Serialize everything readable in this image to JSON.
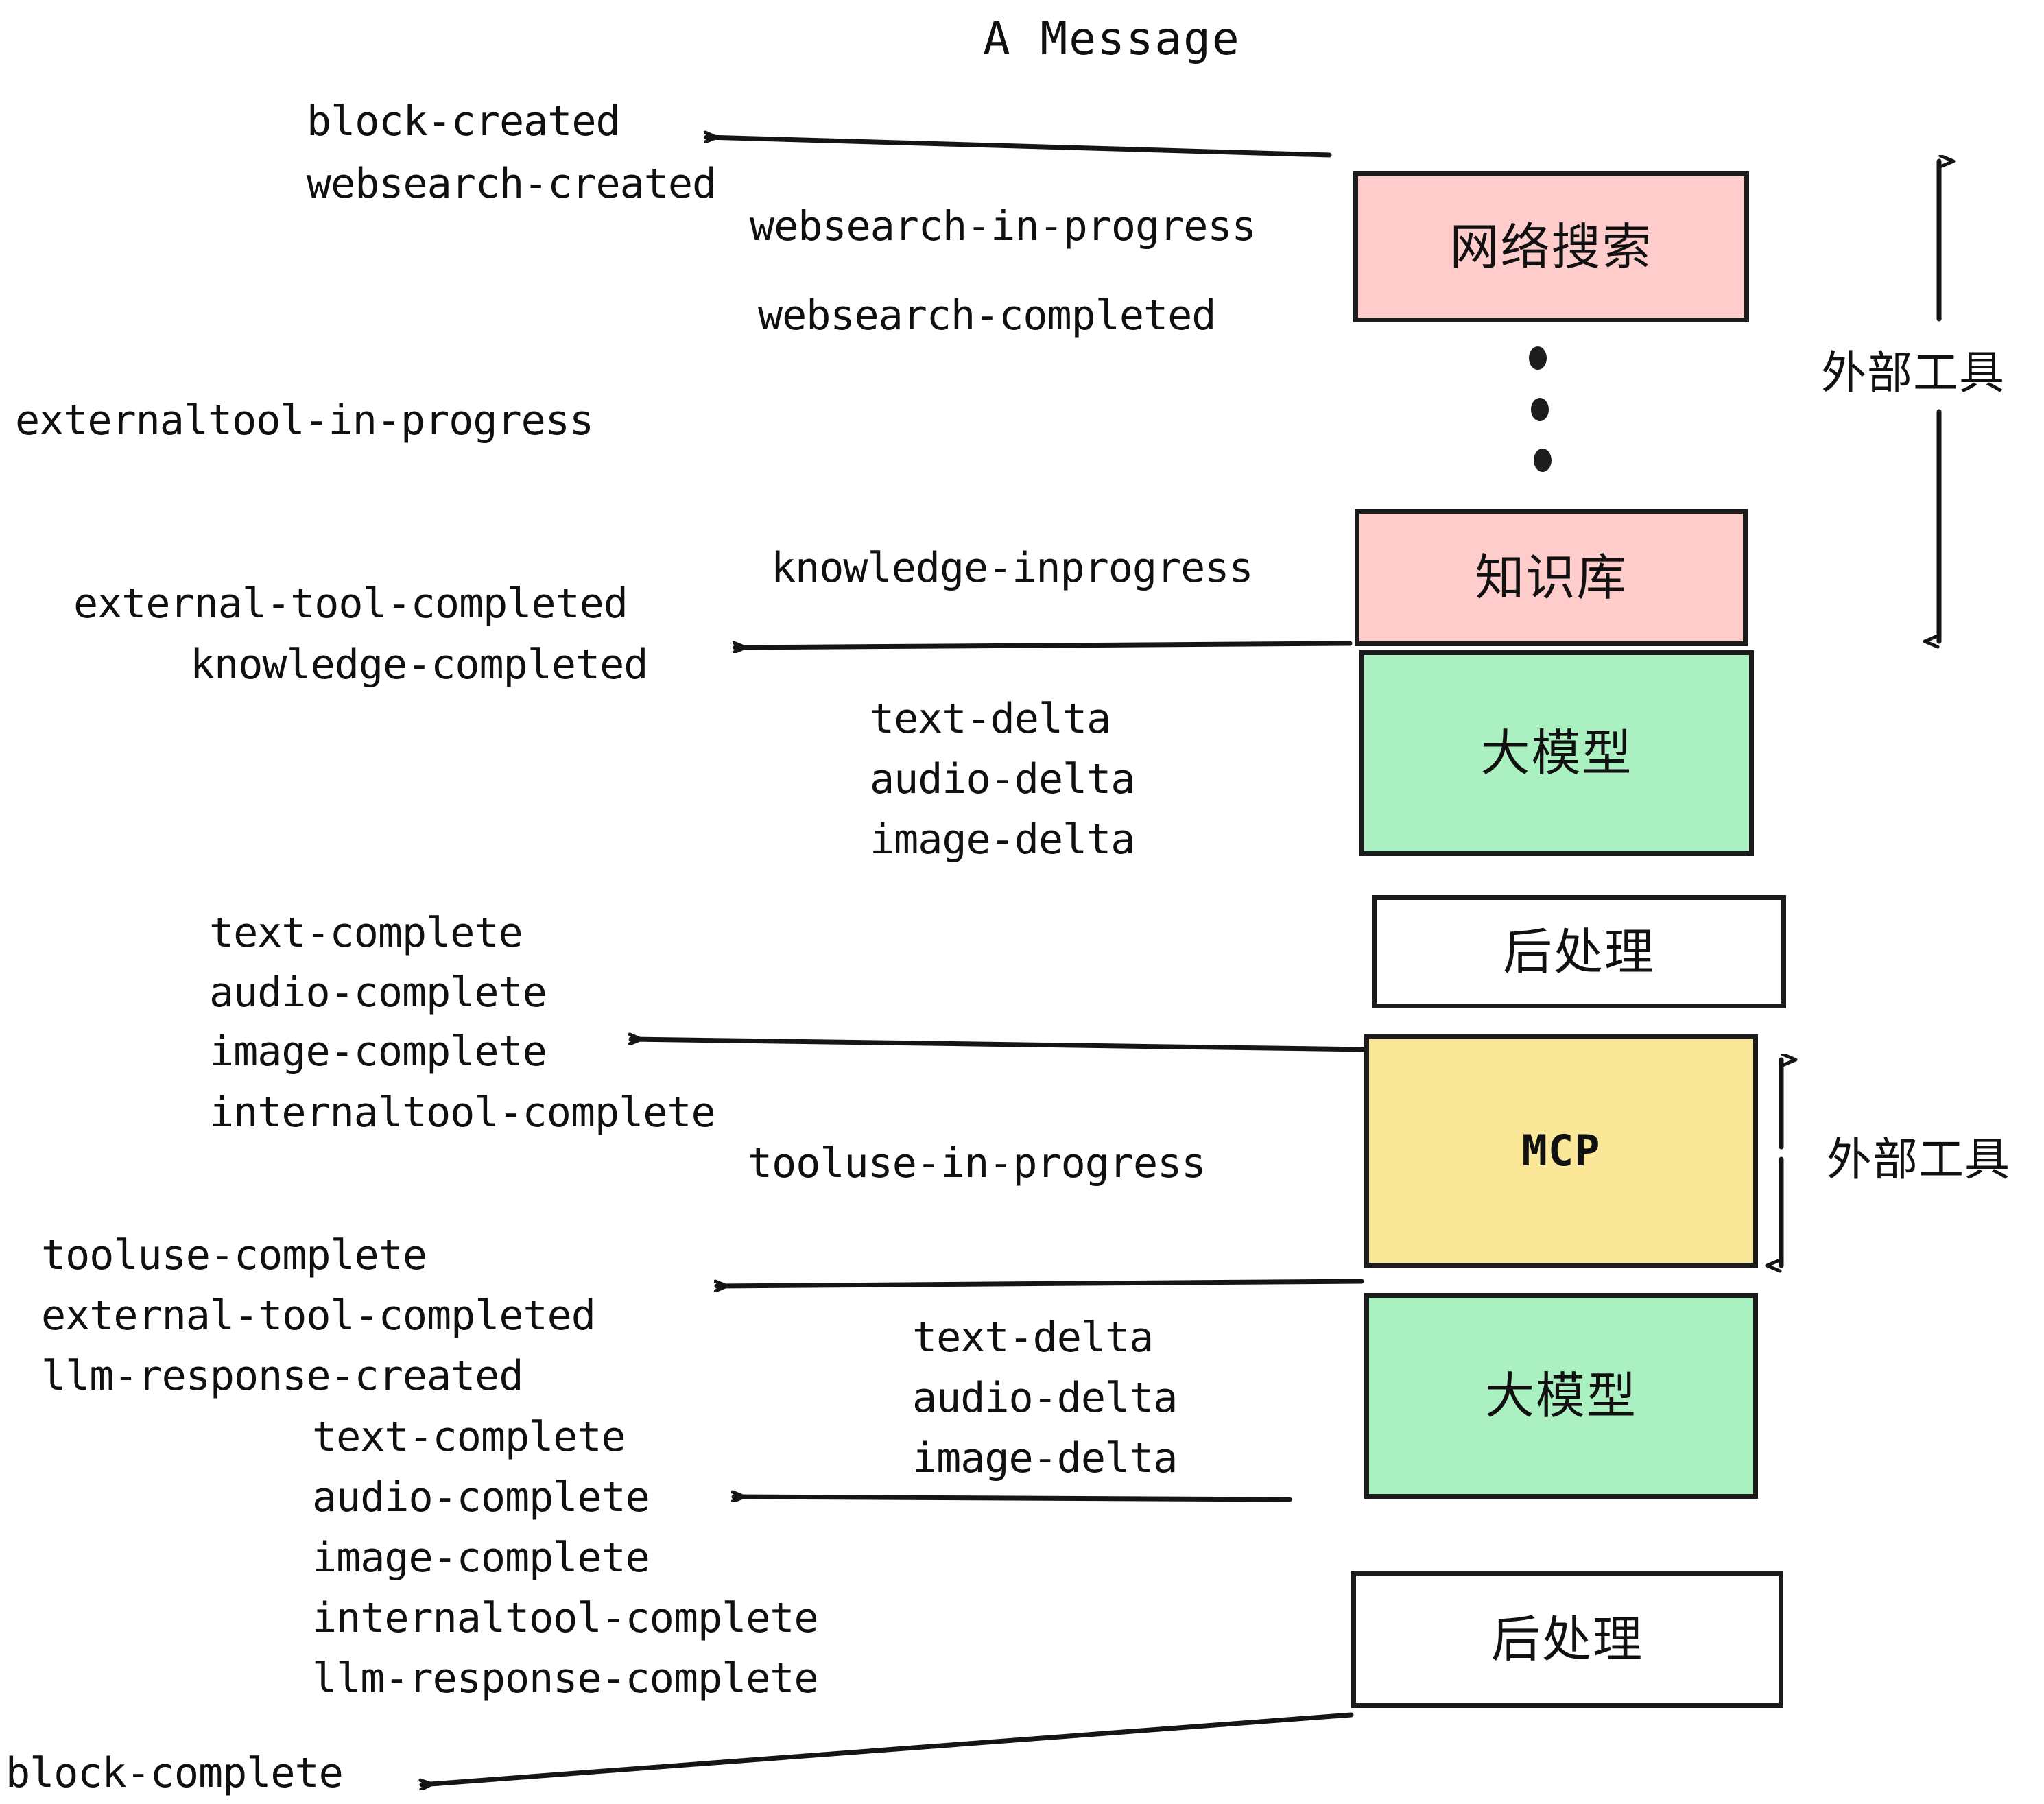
{
  "title": "A Message",
  "colors": {
    "pink": "#ffcccc",
    "green": "#aaf0c0",
    "yellow": "#fae898",
    "white": "#ffffff",
    "stroke": "#1b1b1b",
    "text": "#101010"
  },
  "nodes": [
    {
      "id": "websearch",
      "label": "网络搜索",
      "fill": "#ffcccc",
      "latin": false
    },
    {
      "id": "knowledge",
      "label": "知识库",
      "fill": "#ffcccc",
      "latin": false
    },
    {
      "id": "llm-top",
      "label": "大模型",
      "fill": "#aaf0c0",
      "latin": false
    },
    {
      "id": "post-top",
      "label": "后处理",
      "fill": "#ffffff",
      "latin": false
    },
    {
      "id": "mcp",
      "label": "MCP",
      "fill": "#fae898",
      "latin": true
    },
    {
      "id": "llm-bottom",
      "label": "大模型",
      "fill": "#aaf0c0",
      "latin": false
    },
    {
      "id": "post-bottom",
      "label": "后处理",
      "fill": "#ffffff",
      "latin": false
    }
  ],
  "side_labels": [
    {
      "id": "external-tools-top",
      "label": "外部工具"
    },
    {
      "id": "external-tools-bottom",
      "label": "外部工具"
    }
  ],
  "events": [
    {
      "id": "block-created",
      "text": "block-created"
    },
    {
      "id": "websearch-created",
      "text": "websearch-created"
    },
    {
      "id": "websearch-in-progress",
      "text": "websearch-in-progress"
    },
    {
      "id": "websearch-completed",
      "text": "websearch-completed"
    },
    {
      "id": "externaltool-in-progress",
      "text": "externaltool-in-progress"
    },
    {
      "id": "knowledge-inprogress",
      "text": "knowledge-inprogress"
    },
    {
      "id": "external-tool-completed-1",
      "text": "external-tool-completed"
    },
    {
      "id": "knowledge-completed",
      "text": "knowledge-completed"
    },
    {
      "id": "text-delta-1",
      "text": "text-delta"
    },
    {
      "id": "audio-delta-1",
      "text": "audio-delta"
    },
    {
      "id": "image-delta-1",
      "text": "image-delta"
    },
    {
      "id": "text-complete-1",
      "text": "text-complete"
    },
    {
      "id": "audio-complete-1",
      "text": "audio-complete"
    },
    {
      "id": "image-complete-1",
      "text": "image-complete"
    },
    {
      "id": "internaltool-complete-1",
      "text": "internaltool-complete"
    },
    {
      "id": "tooluse-in-progress",
      "text": "tooluse-in-progress"
    },
    {
      "id": "tooluse-complete",
      "text": "tooluse-complete"
    },
    {
      "id": "external-tool-completed-2",
      "text": "external-tool-completed"
    },
    {
      "id": "llm-response-created",
      "text": "llm-response-created"
    },
    {
      "id": "text-delta-2",
      "text": "text-delta"
    },
    {
      "id": "audio-delta-2",
      "text": "audio-delta"
    },
    {
      "id": "image-delta-2",
      "text": "image-delta"
    },
    {
      "id": "text-complete-2",
      "text": "text-complete"
    },
    {
      "id": "audio-complete-2",
      "text": "audio-complete"
    },
    {
      "id": "image-complete-2",
      "text": "image-complete"
    },
    {
      "id": "internaltool-complete-2",
      "text": "internaltool-complete"
    },
    {
      "id": "llm-response-complete",
      "text": "llm-response-complete"
    },
    {
      "id": "block-complete",
      "text": "block-complete"
    }
  ],
  "ellipsis": {
    "id": "vertical-ellipsis",
    "dots": 3
  }
}
